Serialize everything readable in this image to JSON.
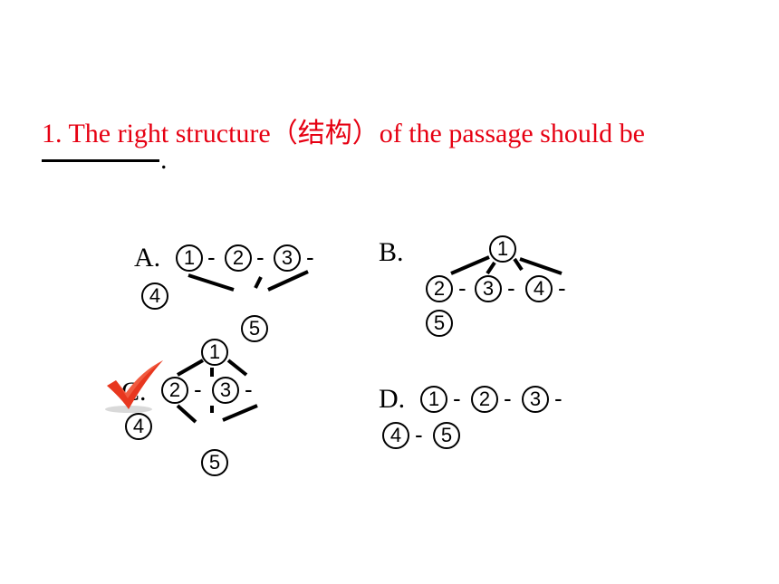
{
  "question": {
    "text": "1. The right structure（结构）of the passage should be",
    "end": "."
  },
  "options": {
    "a": {
      "label": "A.",
      "n1": "1",
      "n2": "2",
      "n3": "3",
      "n4": "4",
      "n5": "5",
      "sep": "-"
    },
    "b": {
      "label": "B.",
      "n1": "1",
      "n2": "2",
      "n3": "3",
      "n4": "4",
      "n5": "5",
      "sep": "-"
    },
    "c": {
      "label": "C.",
      "n1": "1",
      "n2": "2",
      "n3": "3",
      "n4": "4",
      "n5": "5",
      "sep": "-"
    },
    "d": {
      "label": "D.",
      "n1": "1",
      "n2": "2",
      "n3": "3",
      "n4": "4",
      "n5": "5",
      "sep": "-"
    }
  },
  "colors": {
    "question": "#e60012",
    "checkmark": "#e8371f",
    "ink": "#000000"
  },
  "icons": {
    "answer_mark": "checkmark-icon"
  }
}
